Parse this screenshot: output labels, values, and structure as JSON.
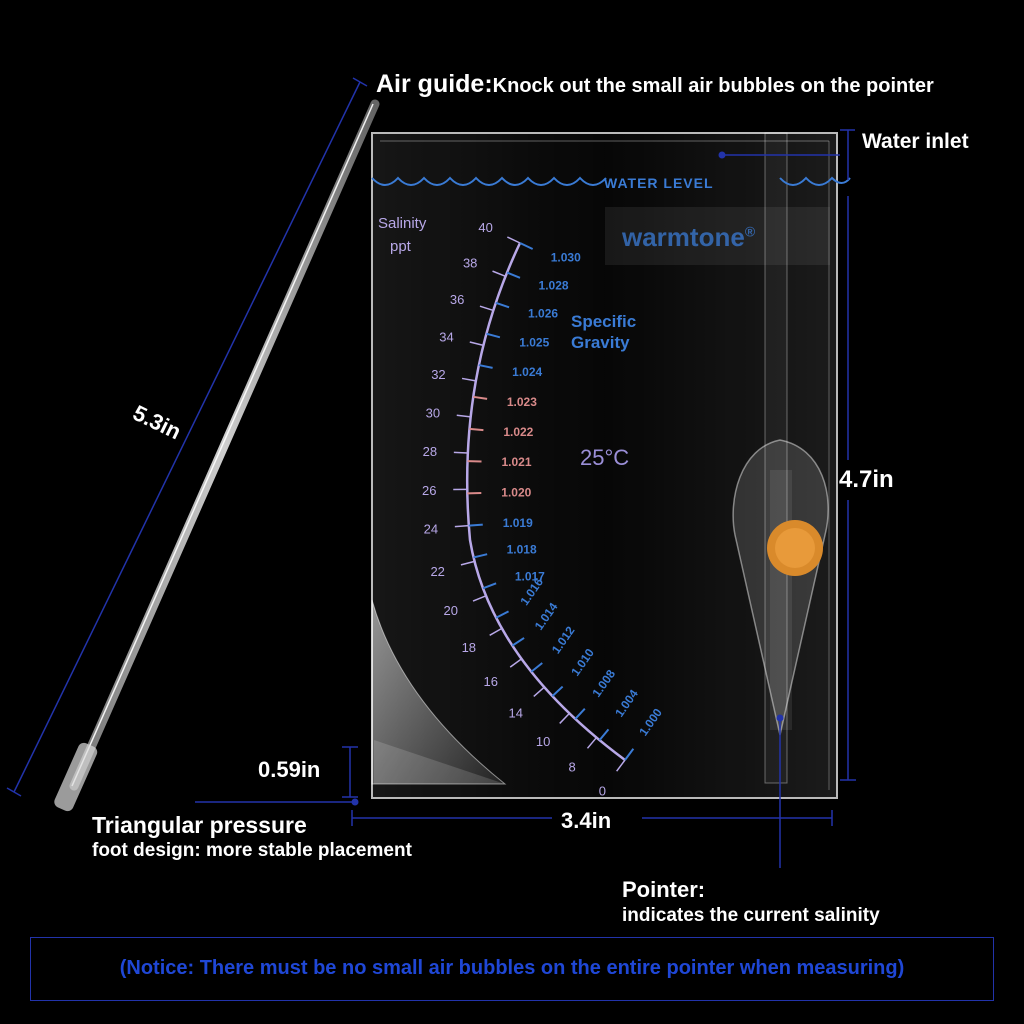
{
  "labels": {
    "air_guide_title": "Air guide:",
    "air_guide_desc": "Knock out the small air bubbles on the pointer",
    "water_inlet": "Water inlet",
    "length_guide": "5.3in",
    "height": "4.7in",
    "foot_height": "0.59in",
    "width": "3.4in",
    "foot_title": "Triangular pressure",
    "foot_desc": "foot design: more stable placement",
    "pointer_title": "Pointer:",
    "pointer_desc": "indicates the current salinity",
    "notice": "(Notice: There must be no small air bubbles on the entire pointer when measuring)"
  },
  "device": {
    "water_level": "WATER LEVEL",
    "brand": "warmtone",
    "registered": "®",
    "salinity_title": "Salinity",
    "salinity_unit": "ppt",
    "sg_title_1": "Specific",
    "sg_title_2": "Gravity",
    "temperature": "25°C",
    "ppt_ticks": [
      "40",
      "38",
      "36",
      "34",
      "32",
      "30",
      "28",
      "26",
      "24",
      "22",
      "20",
      "18",
      "16",
      "14",
      "10",
      "8",
      "0"
    ],
    "sg_ticks": [
      "1.030",
      "1.028",
      "1.026",
      "1.025",
      "1.024",
      "1.023",
      "1.022",
      "1.021",
      "1.020",
      "1.019",
      "1.018",
      "1.017",
      "1.016",
      "1.014",
      "1.012",
      "1.010",
      "1.008",
      "1.004",
      "1.000"
    ],
    "sg_highlight": [
      "1.023",
      "1.022",
      "1.021",
      "1.020"
    ]
  },
  "colors": {
    "annotation_line": "#2233aa",
    "scale_blue": "#3a7bd5",
    "scale_pink": "#d98a8a",
    "scale_purple": "#b8a8e8",
    "pointer_weight": "#d98a2b",
    "notice_text": "#1f47d6"
  }
}
